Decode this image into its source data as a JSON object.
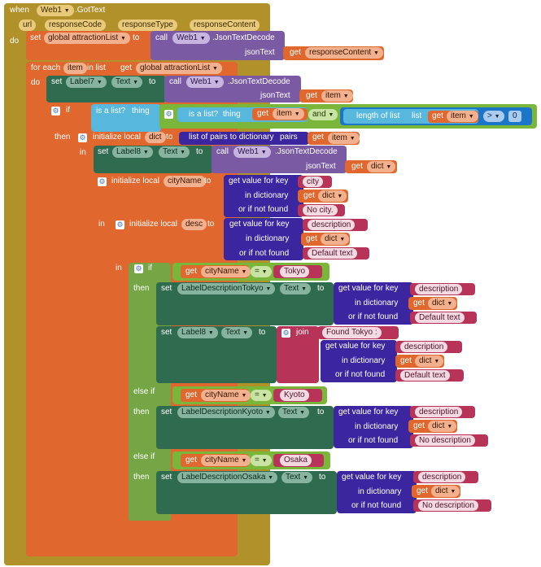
{
  "event": {
    "when": "when",
    "component": "Web1",
    "event": ".GotText",
    "params": [
      "url",
      "responseCode",
      "responseType",
      "responseContent"
    ],
    "do": "do"
  },
  "set_global": {
    "set": "set",
    "var": "global attractionList",
    "to": "to",
    "call": "call",
    "comp": "Web1",
    "method": ".JsonTextDecode",
    "arg": "jsonText",
    "get": "get",
    "get_var": "responseContent"
  },
  "foreach": {
    "label": "for each",
    "item": "item",
    "in_list": "in list",
    "get": "get",
    "list_var": "global attractionList",
    "do": "do"
  },
  "set_label7": {
    "set": "set",
    "comp": "Label7",
    "prop": "Text",
    "to": "to",
    "call": "call",
    "web": "Web1",
    "method": ".JsonTextDecode",
    "arg": "jsonText",
    "get": "get",
    "var": "item"
  },
  "if1": {
    "if": "if",
    "is_list": "is a list?",
    "thing": "thing",
    "get": "get",
    "var": "item",
    "and": "and",
    "is_list2": "is a list?",
    "thing2": "thing",
    "length": "length of list",
    "list": "list",
    "op": ">",
    "num": "0",
    "then": "then"
  },
  "init_dict": {
    "label": "initialize local",
    "name": "dict",
    "to": "to",
    "pairs_label": "list of pairs to dictionary",
    "pairs": "pairs",
    "get": "get",
    "var": "item",
    "in": "in"
  },
  "set_label8": {
    "set": "set",
    "comp": "Label8",
    "prop": "Text",
    "to": "to",
    "call": "call",
    "web": "Web1",
    "method": ".JsonTextDecode",
    "arg": "jsonText",
    "get": "get",
    "var": "dict"
  },
  "init_city": {
    "label": "initialize local",
    "name": "cityName",
    "to": "to",
    "gv": "get value for key",
    "key": "city",
    "in_dict": "in dictionary",
    "get": "get",
    "var": "dict",
    "or_not": "or if not found",
    "default": "No city.",
    "in": "in"
  },
  "init_desc": {
    "label": "initialize local",
    "name": "desc",
    "to": "to",
    "gv": "get value for key",
    "key": "description",
    "in_dict": "in dictionary",
    "get": "get",
    "var": "dict",
    "or_not": "or if not found",
    "default": "Default text",
    "in": "in"
  },
  "if2": {
    "if": "if",
    "get": "get",
    "var": "cityName",
    "op": "=",
    "val": "Tokyo",
    "then": "then",
    "else_if": "else if",
    "val2": "Kyoto",
    "val3": "Osaka"
  },
  "tokyo_set": {
    "set": "set",
    "comp": "LabelDescriptionTokyo",
    "prop": "Text",
    "to": "to",
    "gv": "get value for key",
    "key": "description",
    "in_dict": "in dictionary",
    "get": "get",
    "var": "dict",
    "or_not": "or if not found",
    "default": "Default text"
  },
  "label8_join": {
    "set": "set",
    "comp": "Label8",
    "prop": "Text",
    "to": "to",
    "join": "join",
    "str": "Found Tokyo :",
    "gv": "get value for key",
    "key": "description",
    "in_dict": "in dictionary",
    "get": "get",
    "var": "dict",
    "or_not": "or if not found",
    "default": "Default text"
  },
  "kyoto_set": {
    "set": "set",
    "comp": "LabelDescriptionKyoto",
    "prop": "Text",
    "to": "to",
    "gv": "get value for key",
    "key": "description",
    "in_dict": "in dictionary",
    "get": "get",
    "var": "dict",
    "or_not": "or if not found",
    "default": "No description"
  },
  "osaka_set": {
    "set": "set",
    "comp": "LabelDescriptionOsaka",
    "prop": "Text",
    "to": "to",
    "gv": "get value for key",
    "key": "description",
    "in_dict": "in dictionary",
    "get": "get",
    "var": "dict",
    "or_not": "or if not found",
    "default": "No description"
  },
  "colors": {
    "event": "#b1912a",
    "control": "#e0672e",
    "component": "#2f6c4f",
    "call": "#7b5aa4",
    "text": "#b73357",
    "dictionary": "#3c26a0",
    "list": "#57b7dc",
    "logic": "#75a544",
    "math": "#1b76c8"
  }
}
